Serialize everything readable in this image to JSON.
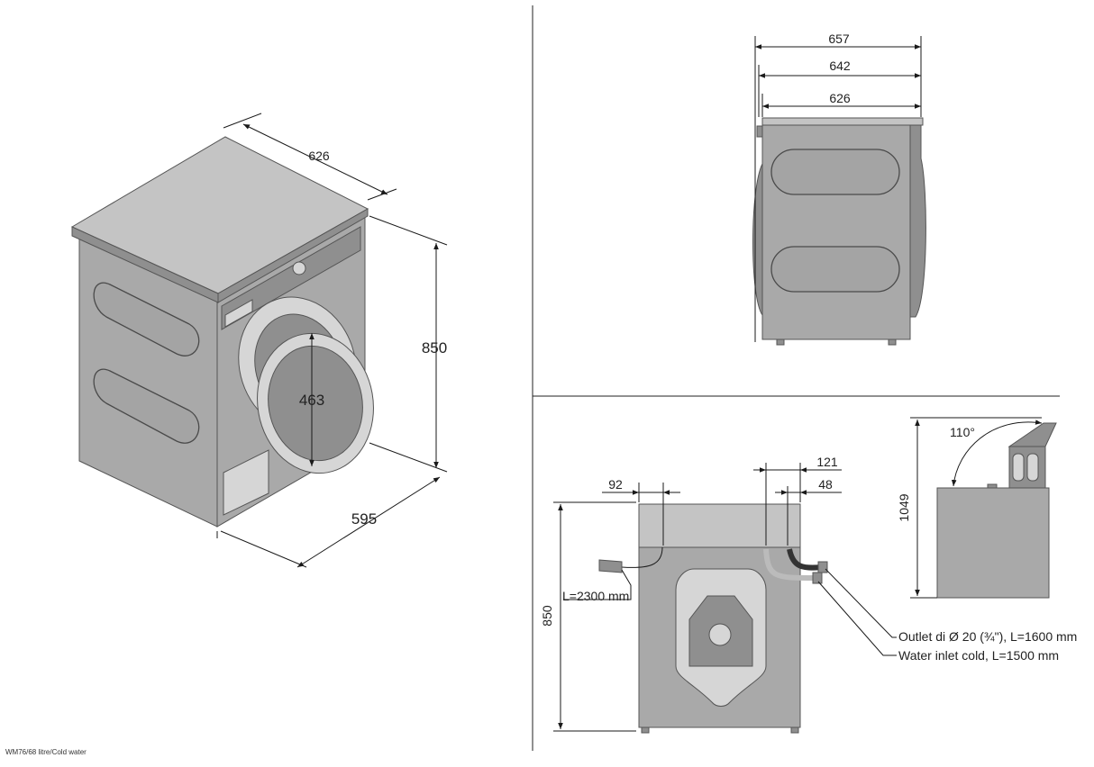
{
  "footer_note": "WM76/68 litre/Cold water",
  "views": {
    "iso": {
      "width_top": "626",
      "height": "850",
      "depth": "595",
      "door_diameter": "463"
    },
    "side": {
      "dim_outer": "657",
      "dim_mid": "642",
      "dim_inner": "626"
    },
    "rear": {
      "dim_92": "92",
      "dim_121": "121",
      "dim_48": "48",
      "height": "850",
      "cable_label": "L=2300 mm",
      "outlet_label": "Outlet di Ø 20 (¾\"), L=1600 mm",
      "inlet_label": "Water inlet cold, L=1500 mm"
    },
    "lid": {
      "angle": "110°",
      "height": "1049"
    }
  },
  "colors": {
    "body": "#a9a9a9",
    "top": "#c4c4c4",
    "line": "#1a1a1a"
  }
}
